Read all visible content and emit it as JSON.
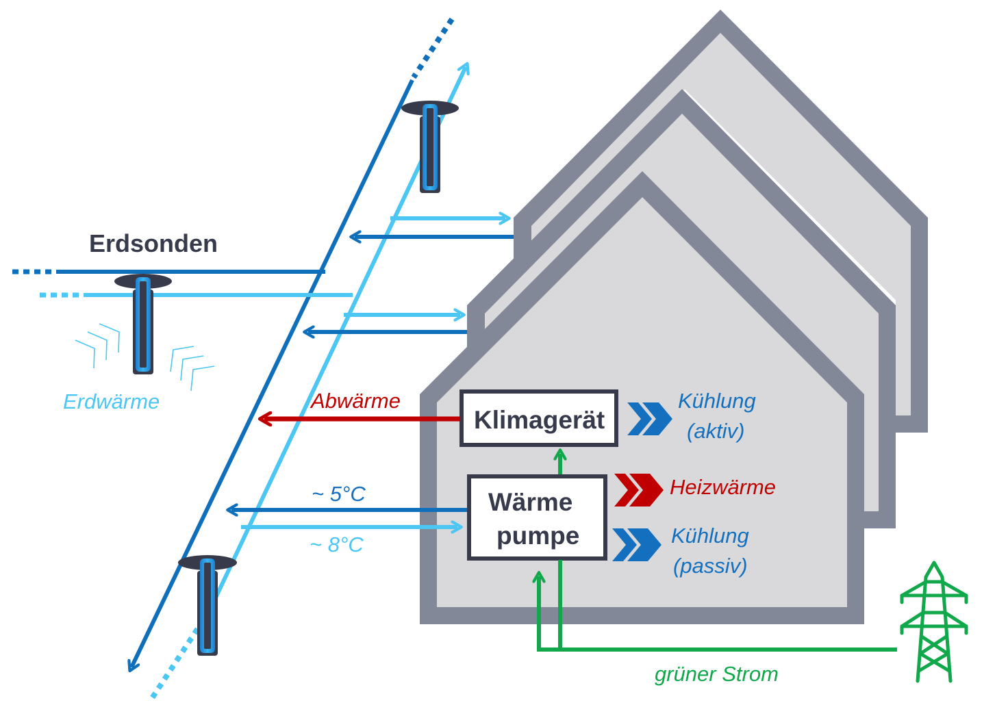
{
  "title": "Erdsonden",
  "labels": {
    "ground_heat": "Erdwärme",
    "waste_heat": "Abwärme",
    "ac_unit": "Klimagerät",
    "heat_pump_line1": "Wärme",
    "heat_pump_line2": "pumpe",
    "cooling_active_line1": "Kühlung",
    "cooling_active_line2": "(aktiv)",
    "heating": "Heizwärme",
    "cooling_passive_line1": "Kühlung",
    "cooling_passive_line2": "(passiv)",
    "temp_return": "~ 5°C",
    "temp_supply": "~ 8°C",
    "green_power": "grüner Strom"
  },
  "icons": {
    "probe": "ground-probe-icon",
    "pylon": "power-pylon-icon",
    "chevrons": "triple-chevron-icon",
    "heat_waves": "heat-wave-icon"
  },
  "colors": {
    "dark_blue": "#0f6fba",
    "light_blue": "#4cc6f2",
    "red": "#c00000",
    "green": "#10a84a",
    "house_wall": "#838899",
    "house_fill": "#d9d9db",
    "box_border": "#363a4a"
  }
}
